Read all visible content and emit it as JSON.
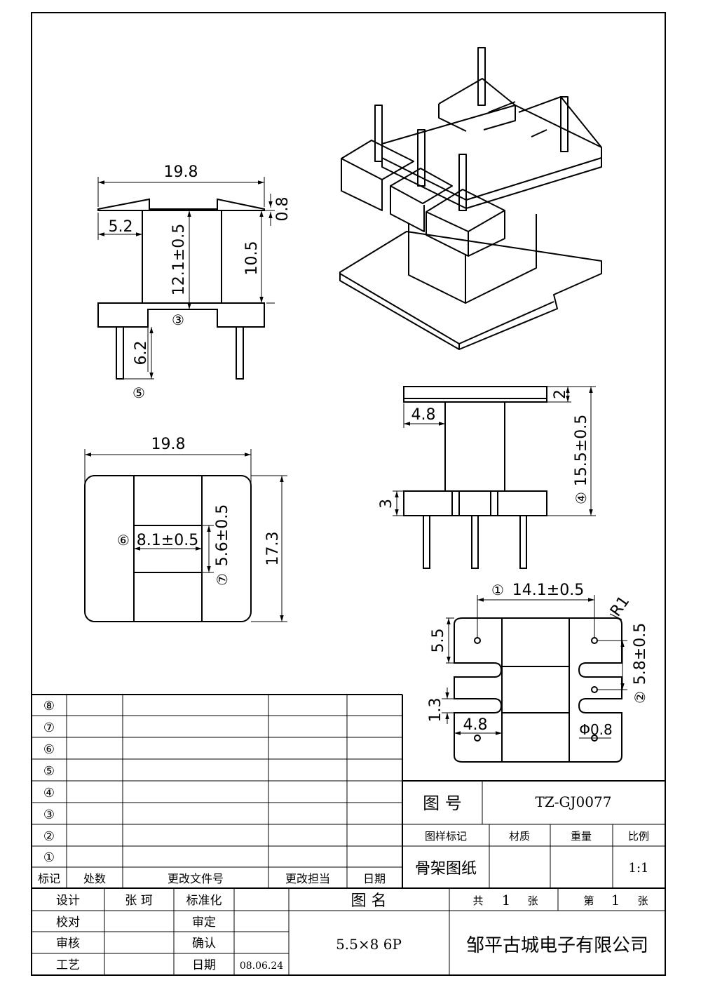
{
  "views": {
    "front": {
      "width": "19.8",
      "flange_thickness": "0.8",
      "flange_offset": "5.2",
      "inner_height": "12.1±0.5",
      "body_height": "10.5",
      "pin_length": "6.2",
      "mark_3": "③",
      "mark_5": "⑤"
    },
    "top": {
      "width": "19.8",
      "height": "17.3",
      "slot_width": "8.1±0.5",
      "slot_height": "5.6±0.5",
      "mark_6": "⑥",
      "mark_7": "⑦"
    },
    "side": {
      "top_thickness": "2",
      "offset": "4.8",
      "base_thickness": "3",
      "total_height": "15.5±0.5",
      "mark_4": "④"
    },
    "bottom": {
      "pin_span": "14.1±0.5",
      "radius": "R1",
      "edge": "5.5",
      "pitch": "5.8±0.5",
      "slot_gap": "1.3",
      "pad_width": "4.8",
      "pin_dia": "Φ0.8",
      "mark_1": "①",
      "mark_2": "②"
    }
  },
  "revision_table": {
    "rows": [
      "⑧",
      "⑦",
      "⑥",
      "⑤",
      "④",
      "③",
      "②",
      "①"
    ],
    "headers": [
      "标记",
      "处数",
      "更改文件号",
      "更改担当",
      "日期"
    ]
  },
  "title_block": {
    "drawing_no_label": "图  号",
    "drawing_no": "TZ-GJ0077",
    "sample_mark_label": "图样标记",
    "material_label": "材质",
    "weight_label": "重量",
    "scale_label": "比例",
    "sample_mark_value": "骨架图纸",
    "scale_value": "1:1",
    "design_label": "设计",
    "designer": "张 珂",
    "standard_label": "标准化",
    "check_label": "校对",
    "review_label": "审定",
    "audit_label": "审核",
    "confirm_label": "确认",
    "process_label": "工艺",
    "date_label": "日期",
    "date_value": "08.06.24",
    "name_label": "图  名",
    "name_value": "5.5×8 6P",
    "total_label": "共",
    "total_value": "1",
    "sheet_unit": "张",
    "page_label": "第",
    "page_value": "1",
    "company": "邹平古城电子有限公司"
  }
}
